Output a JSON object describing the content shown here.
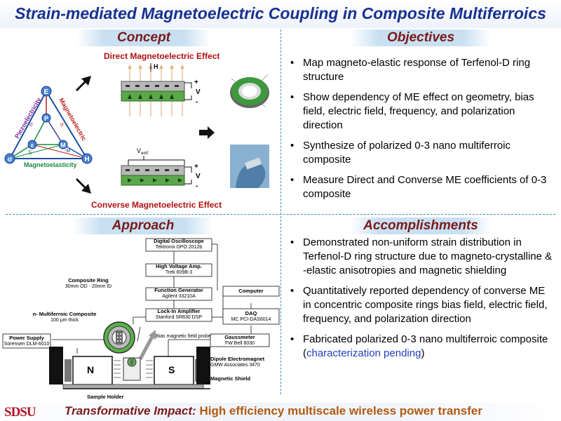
{
  "title": "Strain-mediated Magnetoelectric Coupling in Composite Multiferroics",
  "concept": {
    "heading": "Concept",
    "direct_label": "Direct Magnetoelectric Effect",
    "converse_label": "Converse Magnetoelectric Effect",
    "triangle": {
      "vertex_E": "E",
      "vertex_H": "H",
      "vertex_sigma": "σ",
      "inner_P": "P",
      "inner_epsilon": "ε",
      "inner_M": "M",
      "edge_piezo": "Piezoelectricity",
      "edge_magneto": "Magnetoelectric",
      "edge_magnetoelastic": "Magnetoelasticity",
      "small_sigma_left": "σ",
      "small_sigma_right": "σ",
      "small_S": "S",
      "small_dM": "-M"
    },
    "direct_H": "H",
    "direct_plus": "+",
    "direct_V": "V",
    "direct_minus": "-",
    "converse_vemf": "V",
    "converse_vemf_sub": "emf",
    "converse_plus": "+",
    "converse_V": "V",
    "converse_minus": "-"
  },
  "objectives": {
    "heading": "Objectives",
    "items": [
      "Map magneto-elastic response of Terfenol-D ring structure",
      "Show dependency of ME effect on geometry, bias field, electric field, frequency, and polarization direction",
      "Synthesize of polarized 0-3 nano multiferroic composite",
      "Measure Direct and Converse ME coefficients of 0-3 composite"
    ]
  },
  "approach": {
    "heading": "Approach",
    "boxes": {
      "oscilloscope_title": "Digital Oscilloscope",
      "oscilloscope_sub": "Tektronix DPO 2012b",
      "hv_title": "High Voltage Amp.",
      "hv_sub": "Trek 609B-3",
      "fg_title": "Function Generator",
      "fg_sub": "Agilent 33210A",
      "lia_title": "Lock-In Amplifier",
      "lia_sub": "Stanford SR830 DSP",
      "computer_title": "Computer",
      "daq_title": "DAQ",
      "daq_sub": "MC PCI-DAS6014",
      "gauss_title": "Gaussmeter",
      "gauss_sub": "FW Bell 8030",
      "power_title": "Power Supply",
      "power_sub": "Sorensen DLM-6010"
    },
    "labels": {
      "ring_title": "Composite Ring",
      "ring_sub": "30mm OD - 20mm ID",
      "composite_title": "n- Multiferroic Composite",
      "composite_sub": "100 μm thick",
      "probe": "Bias magnetic field probe",
      "electromagnet_title": "Dipole Electromagnet",
      "electromagnet_sub": "GMW Associates 3470",
      "shield": "Magnetic Shield",
      "holder": "Sample Holder",
      "pole_N": "N",
      "pole_S": "S"
    }
  },
  "accomplishments": {
    "heading": "Accomplishments",
    "items": [
      "Demonstrated non-uniform strain distribution in Terfenol-D ring structure due to magneto-crystalline & -elastic anisotropies and magnetic shielding",
      "Quantitatively reported dependency of converse ME in concentric composite rings bias field, electric field, frequency, and polarization direction"
    ],
    "last_item_text": "Fabricated polarized 0-3 nano multiferroic composite (",
    "last_item_highlight": "characterization pending",
    "last_item_close": ")"
  },
  "footer": {
    "logo": "SDSU",
    "impact_label": "Transformative Impact:",
    "impact_text": "High efficiency multiscale wireless power transfer"
  },
  "colors": {
    "title": "#17318f",
    "section_heading": "#7a1a1a",
    "red_label": "#b01010",
    "divider": "#3b8fb0",
    "pending": "#1f3fbf",
    "impact_text": "#b05a10",
    "logo": "#b0122a"
  }
}
